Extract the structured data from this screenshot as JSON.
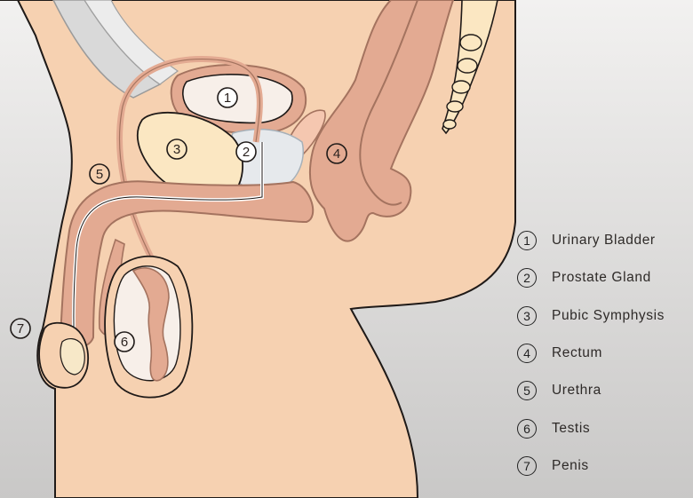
{
  "colors": {
    "skin": "#f6d1b1",
    "organ": "#e3aa92",
    "organ_outline": "#a4735f",
    "outline": "#1f1a18",
    "bone": "#fbe7c2",
    "bladder_inner": "#f7efe9",
    "prostate": "#e6e9ec"
  },
  "labels": [
    {
      "num": "1",
      "text": "Urinary Bladder"
    },
    {
      "num": "2",
      "text": "Prostate Gland"
    },
    {
      "num": "3",
      "text": "Pubic Symphysis"
    },
    {
      "num": "4",
      "text": "Rectum"
    },
    {
      "num": "5",
      "text": "Urethra"
    },
    {
      "num": "6",
      "text": "Testis"
    },
    {
      "num": "7",
      "text": "Penis"
    }
  ]
}
